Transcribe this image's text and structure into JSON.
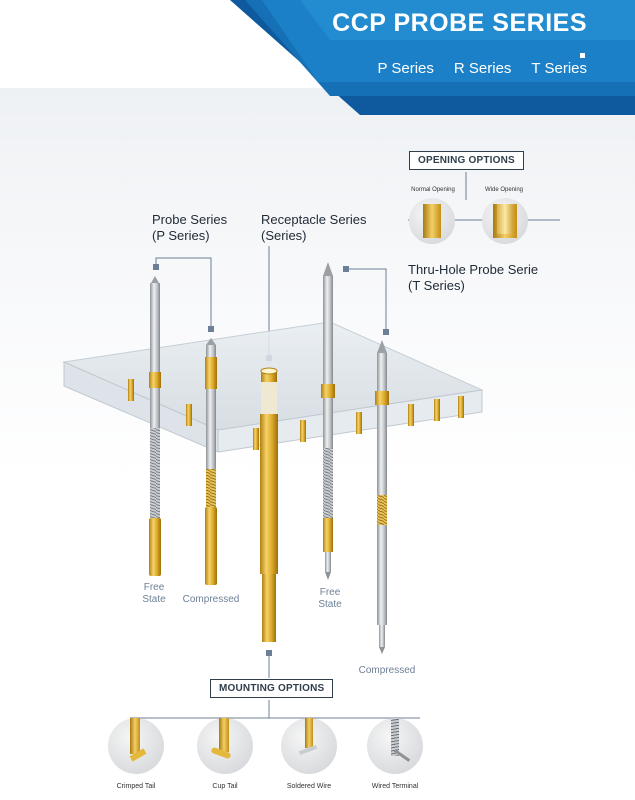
{
  "header": {
    "title": "CCP PROBE SERIES",
    "series_tabs": [
      "P Series",
      "R Series",
      "T Series"
    ],
    "colors": {
      "dark": "#0f5a9e",
      "mid": "#1b80c7",
      "light": "#3aa3e0"
    }
  },
  "opening_options": {
    "heading": "OPENING OPTIONS",
    "normal": "Normal Opening",
    "wide": "Wide Opening"
  },
  "probes": {
    "p_series": {
      "line1": "Probe Series",
      "line2": "(P Series)"
    },
    "receptacle": {
      "line1": "Receptacle Series",
      "line2": "(Series)"
    },
    "t_series": {
      "line1": "Thru-Hole Probe Serie",
      "line2": "(T Series)"
    }
  },
  "states": {
    "free_a": "Free State",
    "compressed_a": "Compressed",
    "free_b": "Free State",
    "compressed_b": "Compressed"
  },
  "mounting_options": {
    "heading": "MOUNTING OPTIONS",
    "items": [
      "Crimped Tail",
      "Cup Tail",
      "Soldered Wire",
      "Wired Terminal"
    ]
  },
  "colors": {
    "gold": "#d9a520",
    "steel": "#b8bcc0",
    "text_dark": "#2f3e4c",
    "text_blue": "#6d7f96"
  }
}
